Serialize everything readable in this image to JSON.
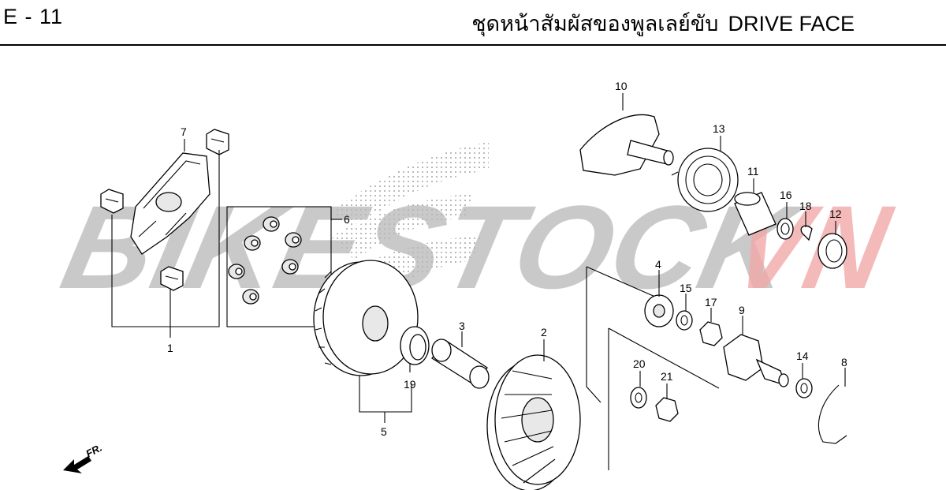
{
  "header": {
    "page_code": "E - 11",
    "title_th": "ชุดหน้าสัมผัสของพูลเลย์ขับ",
    "title_en": "DRIVE FACE"
  },
  "watermark": {
    "text_main": "BIKESTOCK",
    "text_accent": "VN",
    "main_color": "#b8b8b8",
    "accent_color": "#f2a9a9"
  },
  "callouts": [
    "1",
    "2",
    "3",
    "4",
    "5",
    "6",
    "7",
    "8",
    "9",
    "10",
    "11",
    "12",
    "13",
    "14",
    "15",
    "16",
    "17",
    "18",
    "19",
    "20",
    "21"
  ],
  "direction_marker": {
    "label": "FR."
  }
}
